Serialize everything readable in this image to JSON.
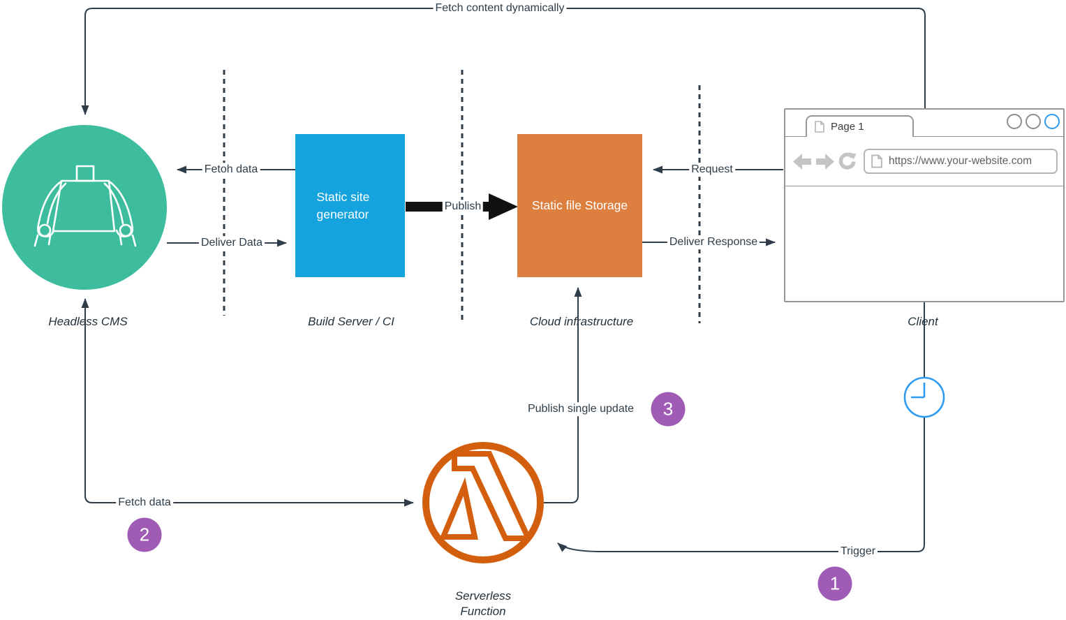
{
  "nodes": {
    "headless_cms": "Headless CMS",
    "build_server": "Build Server / CI",
    "static_site_generator": "Static site generator",
    "static_file_storage": "Static file Storage",
    "cloud_infrastructure": "Cloud infrastructure",
    "client": "Client",
    "serverless_function": "Serverless Function"
  },
  "edges": {
    "fetch_content_dynamically": "Fetch content dynamically",
    "fetch_data_build": "Fetoh data",
    "deliver_data": "Deliver Data",
    "publish": "Publish",
    "request": "Request",
    "deliver_response": "Deliver Response",
    "publish_single_update": "Publish single update",
    "fetch_data_function": "Fetch data",
    "trigger": "Trigger"
  },
  "steps": [
    {
      "number": "1"
    },
    {
      "number": "2"
    },
    {
      "number": "3"
    }
  ],
  "browser": {
    "tab_title": "Page 1",
    "url": "https://www.your-website.com"
  },
  "colors": {
    "cms_green": "#3dbd9e",
    "generator_blue": "#14a3dd",
    "storage_orange": "#dd7f3e",
    "lambda_orange": "#d35f0e",
    "step_purple": "#a05cb5",
    "line_dark": "#2e3d49",
    "clock_blue": "#2e9bf0",
    "publish_arrow_black": "#111111"
  }
}
